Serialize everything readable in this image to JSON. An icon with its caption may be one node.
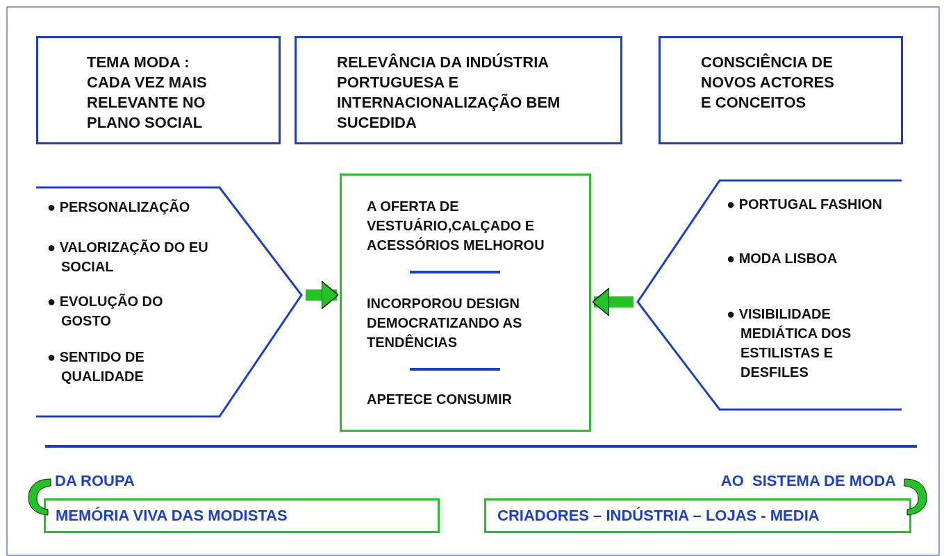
{
  "diagram": {
    "nodes": [
      {
        "text": [
          "TEMA MODA : CADA VEZ MAIS RELEVANTE NO PLANO SOCIAL"
        ]
      },
      {
        "text": [
          "RELEVÂNCIA DA INDÚSTRIA PORTUGUESA E INTERNACIONALIZAÇÃO BEM SUCEDIDA"
        ]
      },
      {
        "text": [
          "CONSCIÊNCIA DE NOVOS ACTORES E CONCEITOS"
        ]
      },
      {
        "text": [
          "● PERSONALIZAÇÃO",
          "● VALORIZAÇÃO DO EU SOCIAL",
          "● EVOLUÇÃO DO GOSTO",
          "● SENTIDO DE QUALIDADE"
        ]
      },
      {
        "text": [
          "A OFERTA DE VESTUÁRIO,CALÇADO E ACESSÓRIOS MELHOROU",
          "INCORPOROU DESIGN DEMOCRATIZANDO AS TENDÊNCIAS",
          "APETECE CONSUMIR"
        ]
      },
      {
        "text": [
          "● PORTUGAL FASHION",
          "● MODA LISBOA",
          "● VISIBILIDADE MEDIÁTICA DOS ESTILISTAS E DESFILES"
        ]
      },
      {
        "text": [
          "DA ROUPA",
          "MEMÓRIA VIVA DAS MODISTAS"
        ]
      },
      {
        "text": [
          "AO  SISTEMA DE MODA",
          "CRIADORES – INDÚSTRIA – LOJAS - MEDIA"
        ]
      }
    ],
    "edges": [
      {
        "from": 3,
        "to": 4,
        "arrow": "to"
      },
      {
        "from": 5,
        "to": 4,
        "arrow": "to"
      }
    ]
  }
}
